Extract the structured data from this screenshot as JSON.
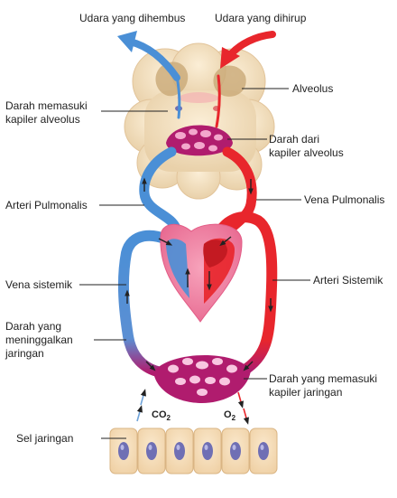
{
  "labels": {
    "exhaled_air": "Udara yang dihembus",
    "inhaled_air": "Udara yang dihirup",
    "blood_entering_alveolar_capillary": "Darah memasuki\nkapiler alveolus",
    "alveolus": "Alveolus",
    "blood_from_alveolar_capillary": "Darah dari\nkapiler alveolus",
    "pulmonary_artery": "Arteri Pulmonalis",
    "pulmonary_vein": "Vena Pulmonalis",
    "systemic_vein": "Vena sistemik",
    "systemic_artery": "Arteri Sistemik",
    "blood_leaving_tissue": "Darah yang\nmeninggalkan\njaringan",
    "blood_entering_tissue_capillary": "Darah yang memasuki\nkapiler jaringan",
    "tissue_cells": "Sel jaringan"
  },
  "gases": {
    "co2_base": "CO",
    "co2_sub": "2",
    "o2_base": "O",
    "o2_sub": "2"
  },
  "colors": {
    "oxygen_poor": "#4a8fd6",
    "oxygen_rich": "#e8262c",
    "capillary": "#b01c6e",
    "lung": "#f1dcb8",
    "heart": "#f07fa2",
    "cell": "#f3d9b1",
    "nucleus": "#6f6fb4"
  }
}
